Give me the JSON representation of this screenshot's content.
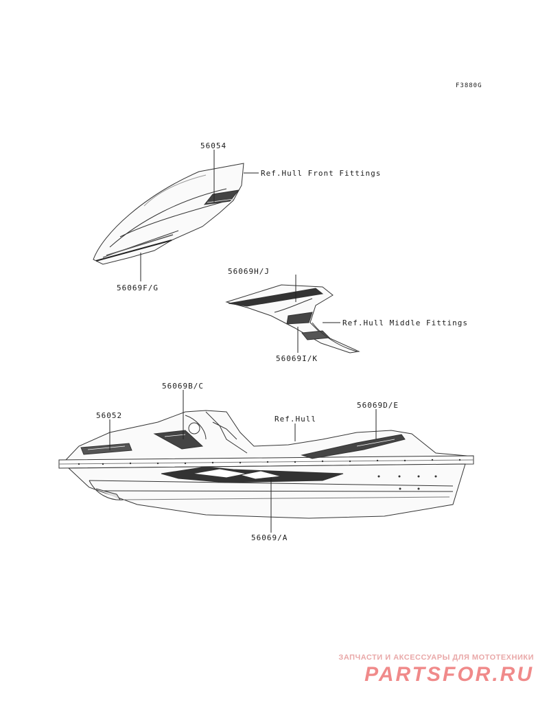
{
  "diagram_code": "F3880G",
  "labels": {
    "p56054": "56054",
    "ref_front": "Ref.Hull Front Fittings",
    "p56069fg": "56069F/G",
    "p56069hj": "56069H/J",
    "ref_middle": "Ref.Hull Middle Fittings",
    "p56069ik": "56069I/K",
    "p56069bc": "56069B/C",
    "p56052": "56052",
    "ref_hull": "Ref.Hull",
    "p56069de": "56069D/E",
    "p56069a": "56069/A"
  },
  "watermark": {
    "tagline": "ЗАПЧАСТИ И АКСЕССУАРЫ ДЛЯ МОТОТЕХНИКИ",
    "logo": "PARTSFOR.RU",
    "color": "#f08a8a"
  }
}
